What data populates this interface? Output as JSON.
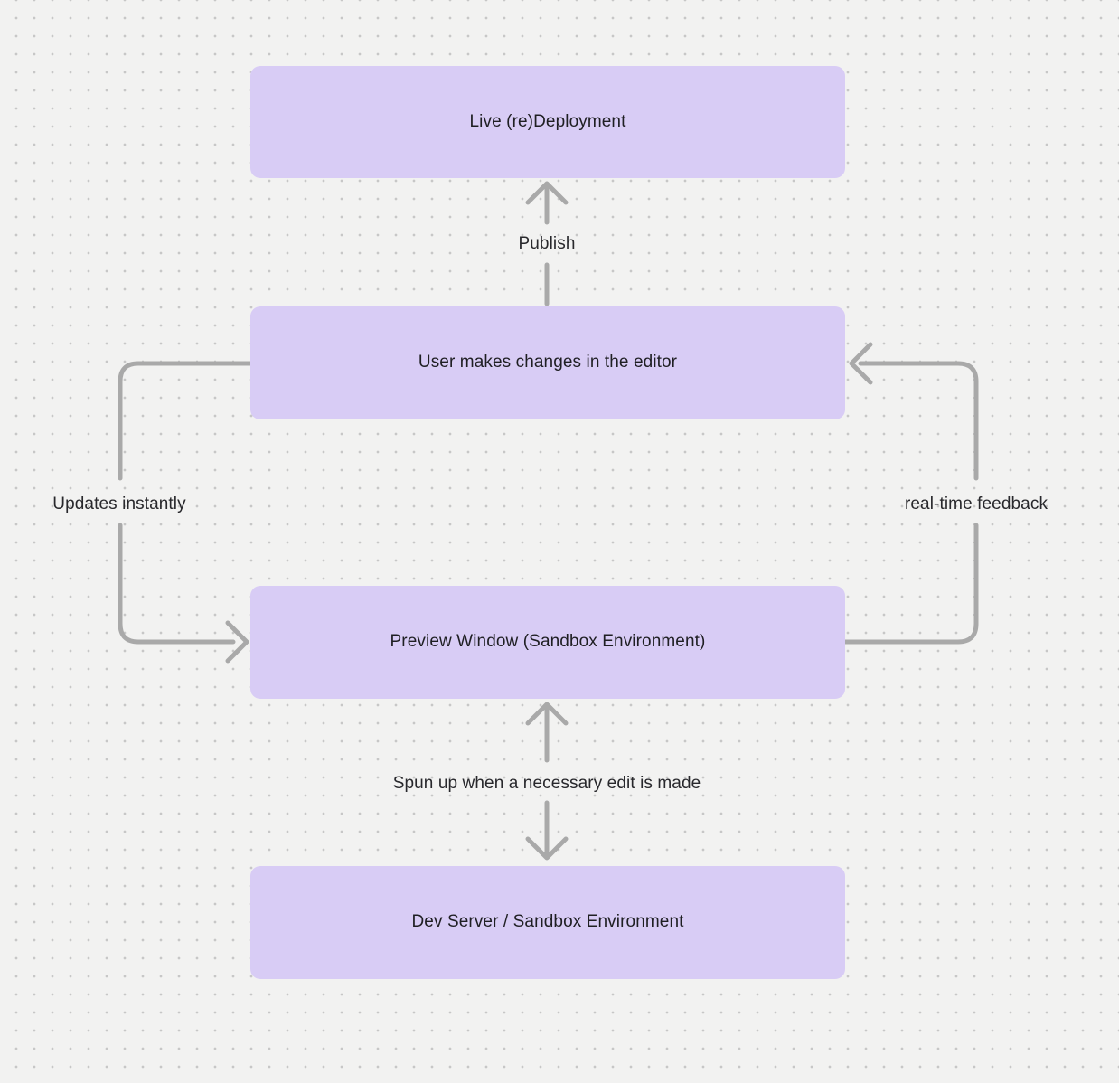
{
  "nodes": {
    "live_redeployment": {
      "label": "Live (re)Deployment"
    },
    "user_editor": {
      "label": "User makes changes in the editor"
    },
    "preview_window": {
      "label": "Preview Window (Sandbox Environment)"
    },
    "dev_server": {
      "label": "Dev Server / Sandbox Environment"
    }
  },
  "edges": {
    "publish": {
      "label": "Publish",
      "from": "user_editor",
      "to": "live_redeployment",
      "direction": "up"
    },
    "updates_instantly": {
      "label": "Updates instantly",
      "from": "user_editor",
      "to": "preview_window",
      "side": "left"
    },
    "realtime_feedback": {
      "label": "real-time feedback",
      "from": "preview_window",
      "to": "user_editor",
      "side": "right"
    },
    "spun_up": {
      "label": "Spun up when a necessary edit is made",
      "from": "preview_window",
      "to": "dev_server",
      "direction": "both"
    }
  },
  "theme": {
    "background": "#F2F2F1",
    "dot_color": "#C7C7C7",
    "node_fill": "#D8CCF5",
    "node_text": "#1F1F23",
    "arrow_color": "#A9A9A9",
    "label_text": "#28282C"
  }
}
